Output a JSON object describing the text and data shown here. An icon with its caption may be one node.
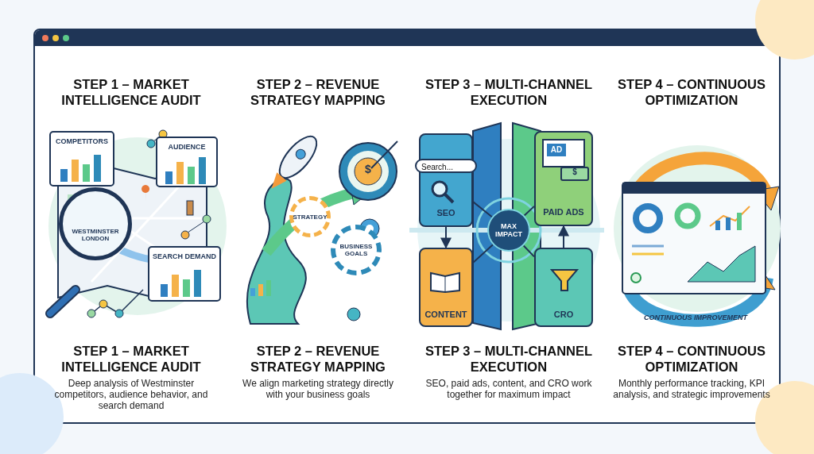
{
  "diagram": {
    "nodes": [
      {
        "text": [
          "COMPETITORS"
        ]
      },
      {
        "text": [
          "AUDIENCE"
        ]
      },
      {
        "text": [
          "SEARCH DEMAND"
        ]
      },
      {
        "text": [
          "WESTMINSTER LONDON"
        ]
      },
      {
        "text": [
          "STRATEGY"
        ]
      },
      {
        "text": [
          "BUSINESS GOALS"
        ]
      },
      {
        "text": [
          "SEO"
        ]
      },
      {
        "text": [
          "PAID ADS"
        ]
      },
      {
        "text": [
          "MAX IMPACT"
        ]
      },
      {
        "text": [
          "CONTENT"
        ]
      },
      {
        "text": [
          "CRO"
        ]
      }
    ],
    "edges": [
      {
        "from": 6,
        "to": 9,
        "arrow": "to"
      },
      {
        "from": 10,
        "to": 7,
        "arrow": "to"
      },
      {
        "from": 8,
        "to": 6,
        "arrow": "none"
      },
      {
        "from": 8,
        "to": 7,
        "arrow": "none"
      },
      {
        "from": 8,
        "to": 9,
        "arrow": "none"
      },
      {
        "from": 8,
        "to": 10,
        "arrow": "none"
      }
    ],
    "labels": [
      "STEP 1 – MARKET INTELLIGENCE AUDIT",
      "STEP 2 – REVENUE STRATEGY MAPPING",
      "STEP 3 – MULTI-CHANNEL EXECUTION",
      "STEP 4 – CONTINUOUS OPTIMIZATION",
      "$",
      "Search...",
      "AD",
      "$",
      "CONTINUOUS IMPROVEMENT",
      "STEP 1 – MARKET INTELLIGENCE AUDIT",
      "STEP 2 – REVENUE STRATEGY MAPPING",
      "STEP 3 – MULTI-CHANNEL EXECUTION",
      "STEP 4 – CONTINUOUS OPTIMIZATION",
      "Deep analysis of Westminster competitors, audience behavior, and search demand",
      "We align marketing strategy directly with your business goals",
      "SEO, paid ads, content, and CRO work together for maximum impact",
      "Monthly performance tracking, KPI analysis, and strategic improvements"
    ]
  }
}
